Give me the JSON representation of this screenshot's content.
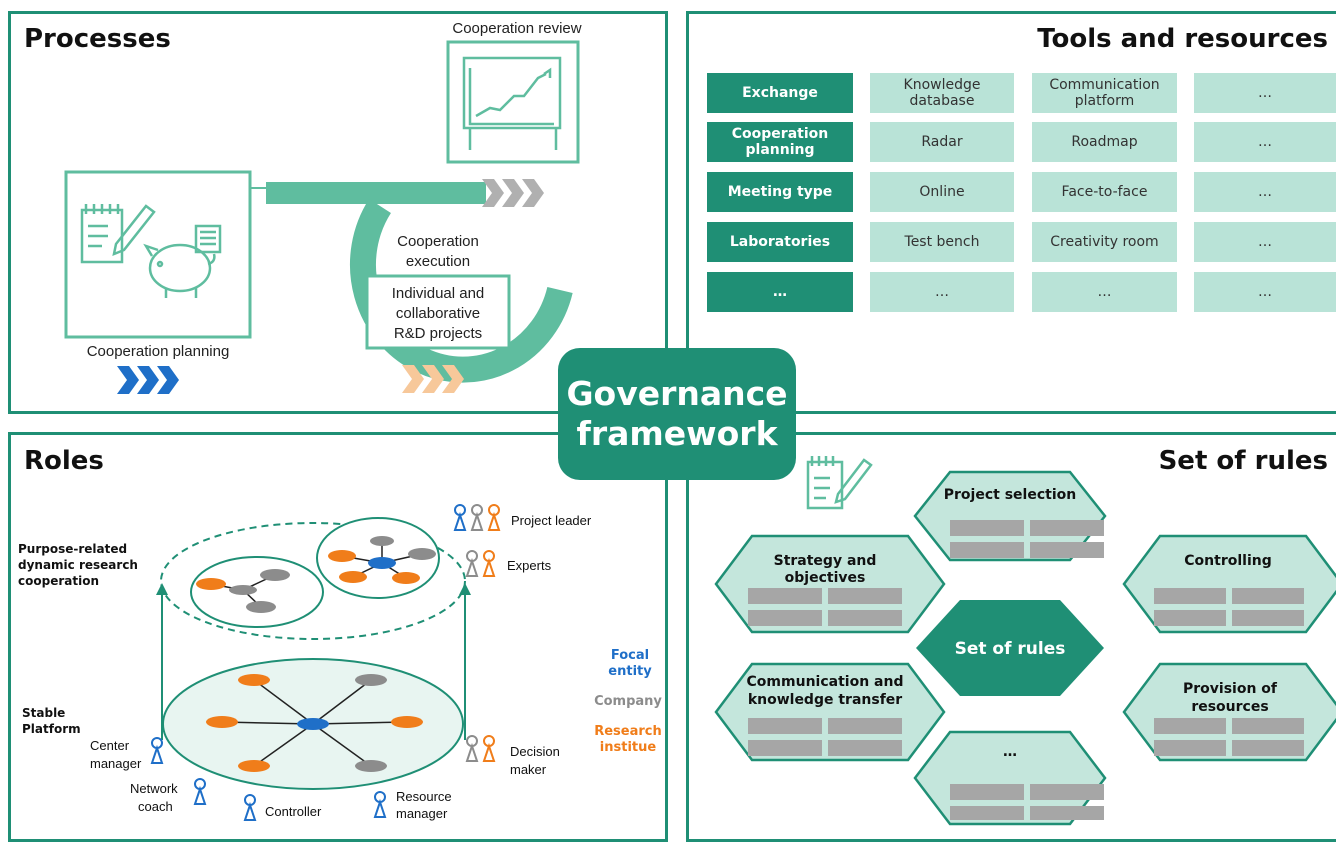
{
  "center": {
    "line1": "Governance",
    "line2": "framework"
  },
  "processes": {
    "title": "Processes",
    "review_label": "Cooperation review",
    "planning_label": "Cooperation planning",
    "execution_label_1": "Cooperation",
    "execution_label_2": "execution",
    "projects_1": "Individual and",
    "projects_2": "collaborative",
    "projects_3": "R&D projects"
  },
  "tools": {
    "title": "Tools and resources",
    "rows": [
      {
        "head": [
          "Exchange"
        ],
        "cells": [
          [
            "Knowledge",
            "database"
          ],
          [
            "Communication",
            "platform"
          ],
          [
            "…"
          ]
        ]
      },
      {
        "head": [
          "Cooperation",
          "planning"
        ],
        "cells": [
          [
            "Radar"
          ],
          [
            "Roadmap"
          ],
          [
            "…"
          ]
        ]
      },
      {
        "head": [
          "Meeting type"
        ],
        "cells": [
          [
            "Online"
          ],
          [
            "Face-to-face"
          ],
          [
            "…"
          ]
        ]
      },
      {
        "head": [
          "Laboratories"
        ],
        "cells": [
          [
            "Test bench"
          ],
          [
            "Creativity room"
          ],
          [
            "…"
          ]
        ]
      },
      {
        "head": [
          "…"
        ],
        "cells": [
          [
            "…"
          ],
          [
            "…"
          ],
          [
            "…"
          ]
        ]
      }
    ]
  },
  "roles": {
    "title": "Roles",
    "purpose_1": "Purpose-related",
    "purpose_2": "dynamic research",
    "purpose_3": "cooperation",
    "stable_1": "Stable",
    "stable_2": "Platform",
    "project_leader": "Project leader",
    "experts": "Experts",
    "center_manager_1": "Center",
    "center_manager_2": "manager",
    "network_coach_1": "Network",
    "network_coach_2": "coach",
    "controller": "Controller",
    "resource_manager_1": "Resource",
    "resource_manager_2": "manager",
    "decision_maker_1": "Decision",
    "decision_maker_2": "maker",
    "legend_focal_1": "Focal",
    "legend_focal_2": "entity",
    "legend_company": "Company",
    "legend_research_1": "Research",
    "legend_research_2": "institue",
    "colors": {
      "focal": "#1f6fc8",
      "company": "#8c8c8c",
      "research": "#f07d1a"
    }
  },
  "rules": {
    "title": "Set of rules",
    "center": "Set of rules",
    "project_selection": "Project selection",
    "strategy_1": "Strategy and",
    "strategy_2": "objectives",
    "controlling": "Controlling",
    "communication_1": "Communication and",
    "communication_2": "knowledge transfer",
    "provision_1": "Provision of",
    "provision_2": "resources",
    "more": "…"
  },
  "colors": {
    "accent": "#1f8f75",
    "light": "#b9e3d7",
    "hex_fill": "#c4e6dc",
    "bar_grey": "#a6a6a6"
  }
}
